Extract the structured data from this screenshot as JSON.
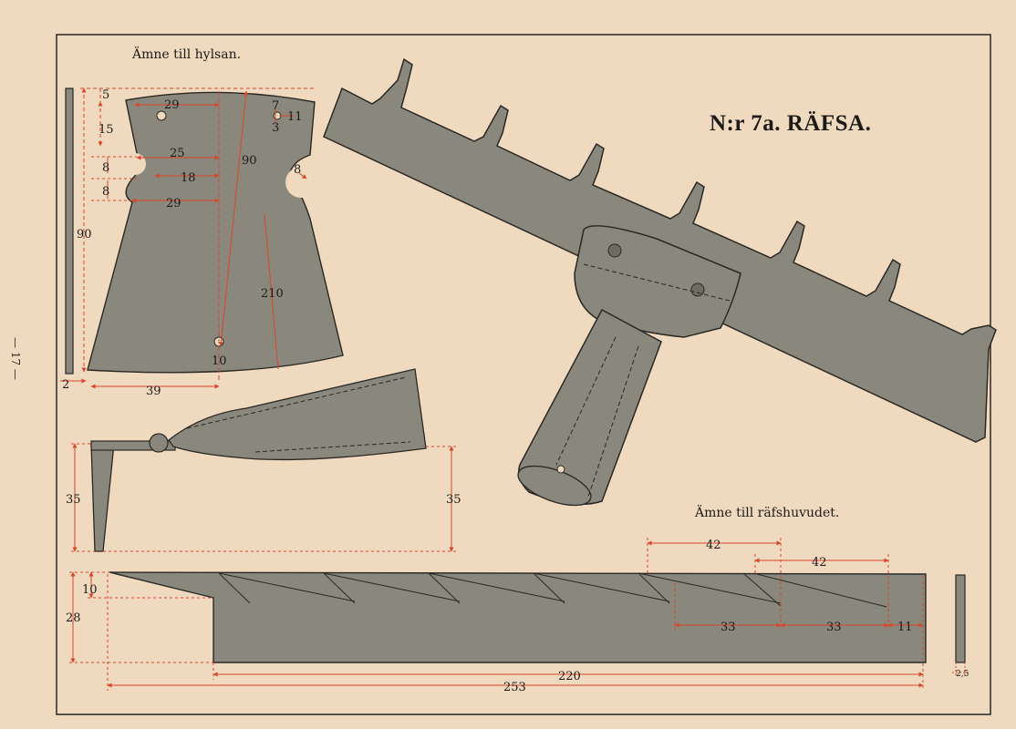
{
  "title": "N:r 7a. RÄFSA.",
  "captions": {
    "sleeve_blank": "Ämne till hylsan.",
    "head_blank": "Ämne till räfshuvudet."
  },
  "page_number": "— 17 —",
  "dimensions": {
    "sleeve": {
      "d5": "5",
      "d29_top": "29",
      "d15": "15",
      "d7": "7",
      "d11": "11",
      "d3": "3",
      "d25": "25",
      "d8_a": "8",
      "d18": "18",
      "d8_b": "8",
      "d29_bottom": "29",
      "d90_side": "90",
      "d90_diag": "90",
      "d8_r": "8",
      "d210": "210",
      "d10": "10",
      "d2": "2",
      "d39": "39"
    },
    "side": {
      "d35_left": "35",
      "d35_right": "35"
    },
    "head": {
      "d42_a": "42",
      "d42_b": "42",
      "d10": "10",
      "d28": "28",
      "d33_a": "33",
      "d33_b": "33",
      "d11": "11",
      "d220": "220",
      "d253": "253",
      "d25": "2,5"
    }
  },
  "colors": {
    "paper": "#efd9bf",
    "metal": "#8a877c",
    "outline": "#2b2824",
    "dimension": "#d8462c"
  }
}
